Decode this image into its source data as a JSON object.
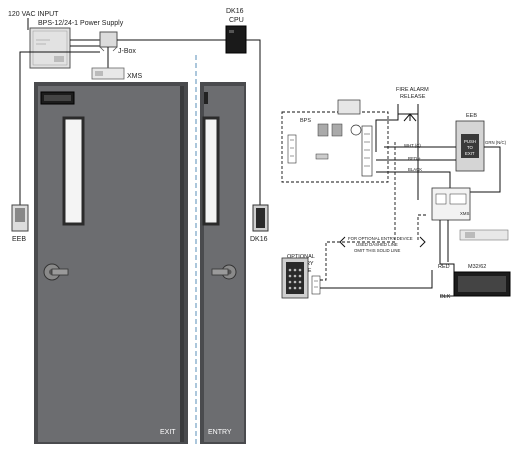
{
  "colors": {
    "door": "#6c6d70",
    "door_frame": "#4a4b4e",
    "door_edge": "#3a3b3d",
    "window": "#f4f4f4",
    "box_fill": "#e2e2e2",
    "wire": "#111111",
    "divider": "#5a8fb8"
  },
  "top_labels": {
    "ac_input": "120 VAC INPUT",
    "power_supply": "BPS-12/24-1 Power Supply",
    "jbox": "J-Box",
    "xms": "XMS",
    "cpu_model": "DK16",
    "cpu": "CPU"
  },
  "door_labels": {
    "eeb": "EEB",
    "dk16": "DK16",
    "exit": "EXIT",
    "entry": "ENTRY"
  },
  "wiring": {
    "bps": "BPS",
    "fire_alarm_line1": "FIRE ALARM",
    "fire_alarm_line2": "RELEASE",
    "eeb": "EEB",
    "button_line1": "PUSH",
    "button_line2": "TO",
    "button_line3": "EXIT",
    "wht_c": "WHT (C)",
    "grn_nc": "GRN (N/C)",
    "red_plus": "RED +",
    "black": "BLACK",
    "xms": "XMS",
    "optional_note_line1": "FOR OPTIONAL ENTRY DEVICE",
    "optional_note_line2": "USED DASHED LINE",
    "optional_note_line3": "OMIT THIS SOLID LINE",
    "optional_device_line1": "OPTIONAL",
    "optional_device_line2": "ENTRY",
    "optional_device_line3": "DEVICE",
    "red": "RED",
    "blk": "BLK",
    "maglock": "M32/62"
  },
  "icons": [
    "door-left-icon",
    "door-right-icon",
    "mag-lock-icon",
    "keypad-icon",
    "exit-button-icon",
    "power-supply-icon",
    "junction-box-icon",
    "cpu-icon",
    "door-lever-icon"
  ]
}
